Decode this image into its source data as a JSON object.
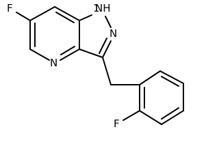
{
  "molecule": {
    "atoms": {
      "F1": "F",
      "N_pyridine": "N",
      "N_pyrazole": "N",
      "NH": "NH",
      "H_label": "1",
      "F2": "F"
    }
  }
}
